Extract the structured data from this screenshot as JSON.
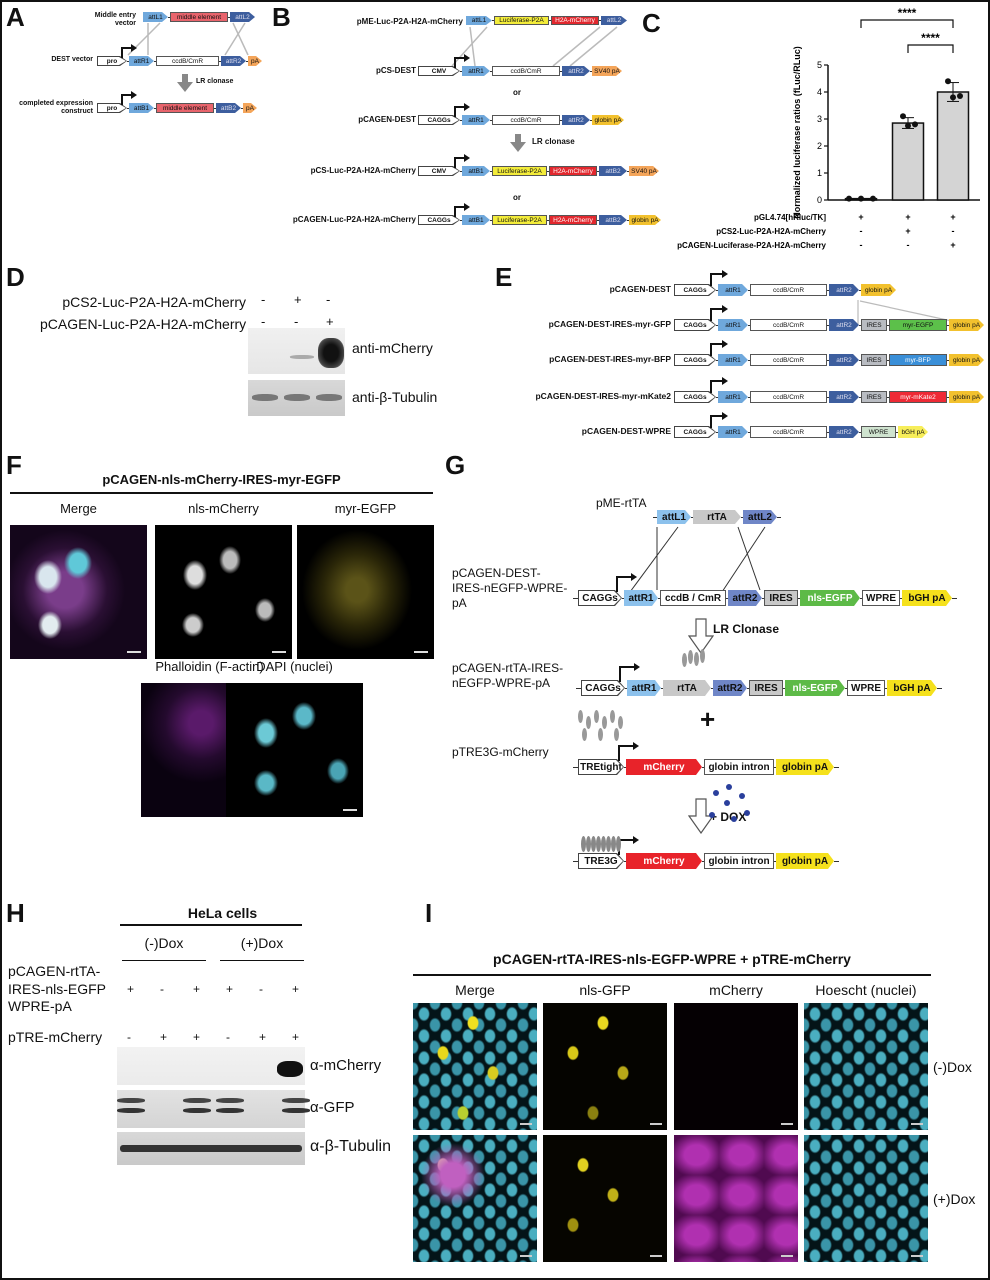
{
  "panel_a": {
    "letter": "A",
    "step": "LR clonase",
    "constructs": [
      {
        "label": "Middle entry vector",
        "parts": [
          {
            "t": "attL1",
            "c": "#6fa8dc",
            "k": "arrow"
          },
          {
            "t": "middle element",
            "c": "#e8646c",
            "k": "box"
          },
          {
            "t": "attL2",
            "c": "#3d5e9e",
            "k": "arrow"
          }
        ]
      },
      {
        "label": "DEST vector",
        "parts": [
          {
            "t": "pro",
            "c": "#ffffff",
            "k": "promoter"
          },
          {
            "t": "attR1",
            "c": "#6fa8dc",
            "k": "arrow"
          },
          {
            "t": "ccdB/CmR",
            "c": "#ffffff",
            "k": "box"
          },
          {
            "t": "attR2",
            "c": "#3d5e9e",
            "k": "arrow"
          },
          {
            "t": "pA",
            "c": "#f4a55a",
            "k": "arrow"
          }
        ]
      },
      {
        "label": "completed expression construct",
        "parts": [
          {
            "t": "pro",
            "c": "#ffffff",
            "k": "promoter"
          },
          {
            "t": "attB1",
            "c": "#6fa8dc",
            "k": "arrow"
          },
          {
            "t": "middle element",
            "c": "#e8646c",
            "k": "box"
          },
          {
            "t": "attB2",
            "c": "#3d5e9e",
            "k": "arrow"
          },
          {
            "t": "pA",
            "c": "#f4a55a",
            "k": "arrow"
          }
        ]
      }
    ]
  },
  "panel_b": {
    "letter": "B",
    "step": "LR clonase",
    "or_label": "or",
    "constructs": [
      {
        "label": "pME-Luc-P2A-H2A-mCherry",
        "parts": [
          {
            "t": "attL1",
            "c": "#6fa8dc",
            "k": "arrow"
          },
          {
            "t": "Luciferase-P2A",
            "c": "#f3ec3a",
            "k": "box"
          },
          {
            "t": "H2A-mCherry",
            "c": "#e2282e",
            "k": "box"
          },
          {
            "t": "attL2",
            "c": "#3d5e9e",
            "k": "arrow"
          }
        ]
      },
      {
        "label": "pCS-DEST",
        "parts": [
          {
            "t": "CMV",
            "c": "#ffffff",
            "k": "promoter"
          },
          {
            "t": "attR1",
            "c": "#6fa8dc",
            "k": "arrow"
          },
          {
            "t": "ccdB/CmR",
            "c": "#ffffff",
            "k": "box"
          },
          {
            "t": "attR2",
            "c": "#3d5e9e",
            "k": "arrow"
          },
          {
            "t": "SV40 pA",
            "c": "#f4a55a",
            "k": "arrow"
          }
        ]
      },
      {
        "label": "pCAGEN-DEST",
        "parts": [
          {
            "t": "CAGGs",
            "c": "#ffffff",
            "k": "promoter"
          },
          {
            "t": "attR1",
            "c": "#6fa8dc",
            "k": "arrow"
          },
          {
            "t": "ccdB/CmR",
            "c": "#ffffff",
            "k": "box"
          },
          {
            "t": "attR2",
            "c": "#3d5e9e",
            "k": "arrow"
          },
          {
            "t": "globin pA",
            "c": "#f2c12e",
            "k": "arrow"
          }
        ]
      },
      {
        "label": "pCS-Luc-P2A-H2A-mCherry",
        "parts": [
          {
            "t": "CMV",
            "c": "#ffffff",
            "k": "promoter"
          },
          {
            "t": "attB1",
            "c": "#6fa8dc",
            "k": "arrow"
          },
          {
            "t": "Luciferase-P2A",
            "c": "#f3ec3a",
            "k": "box"
          },
          {
            "t": "H2A-mCherry",
            "c": "#e2282e",
            "k": "box"
          },
          {
            "t": "attB2",
            "c": "#3d5e9e",
            "k": "arrow"
          },
          {
            "t": "SV40 pA",
            "c": "#f4a55a",
            "k": "arrow"
          }
        ]
      },
      {
        "label": "pCAGEN-Luc-P2A-H2A-mCherry",
        "parts": [
          {
            "t": "CAGGs",
            "c": "#ffffff",
            "k": "promoter"
          },
          {
            "t": "attB1",
            "c": "#6fa8dc",
            "k": "arrow"
          },
          {
            "t": "Luciferase-P2A",
            "c": "#f3ec3a",
            "k": "box"
          },
          {
            "t": "H2A-mCherry",
            "c": "#e2282e",
            "k": "box"
          },
          {
            "t": "attB2",
            "c": "#3d5e9e",
            "k": "arrow"
          },
          {
            "t": "globin pA",
            "c": "#f2c12e",
            "k": "arrow"
          }
        ]
      }
    ]
  },
  "chart_data": {
    "type": "bar",
    "letter": "C",
    "ylabel": "Normalized luciferase ratios (fLuc/RLuc)",
    "ylim": [
      0,
      5
    ],
    "yticks": [
      "0",
      "1",
      "2",
      "3",
      "4",
      "5"
    ],
    "grid": false,
    "bar_color": "#d4d4d4",
    "values": [
      0.05,
      2.85,
      4.0
    ],
    "errors": [
      0,
      0.2,
      0.35
    ],
    "points": [
      [
        0.05,
        0.05,
        0.05
      ],
      [
        3.1,
        2.75,
        2.8
      ],
      [
        4.4,
        3.8,
        3.85
      ]
    ],
    "significance": [
      {
        "from": 1,
        "to": 2,
        "label": "****"
      },
      {
        "from": 0,
        "to": 2,
        "label": "****"
      }
    ],
    "conditions": [
      {
        "label": "pGL4.74[hRluc/TK]",
        "signs": [
          "+",
          "+",
          "+"
        ]
      },
      {
        "label": "pCS2-Luc-P2A-H2A-mCherry",
        "signs": [
          "-",
          "+",
          "-"
        ]
      },
      {
        "label": "pCAGEN-Luciferase-P2A-H2A-mCherry",
        "signs": [
          "-",
          "-",
          "+"
        ]
      }
    ]
  },
  "panel_d": {
    "letter": "D",
    "conditions": [
      {
        "label": "pCS2-Luc-P2A-H2A-mCherry",
        "signs": [
          "-",
          "+",
          "-"
        ]
      },
      {
        "label": "pCAGEN-Luc-P2A-H2A-mCherry",
        "signs": [
          "-",
          "-",
          "+"
        ]
      }
    ],
    "blots": [
      "anti-mCherry",
      "anti-β-Tubulin"
    ]
  },
  "panel_e": {
    "letter": "E",
    "constructs": [
      {
        "label": "pCAGEN-DEST",
        "parts": [
          {
            "t": "CAGGs",
            "c": "#ffffff",
            "k": "promoter"
          },
          {
            "t": "attR1",
            "c": "#6fa8dc",
            "k": "arrow"
          },
          {
            "t": "ccdB/CmR",
            "c": "#ffffff",
            "k": "box"
          },
          {
            "t": "attR2",
            "c": "#3d5e9e",
            "k": "arrow"
          },
          {
            "t": "globin pA",
            "c": "#f2c12e",
            "k": "arrow"
          }
        ]
      },
      {
        "label": "pCAGEN-DEST-IRES-myr-GFP",
        "parts": [
          {
            "t": "CAGGs",
            "c": "#ffffff",
            "k": "promoter"
          },
          {
            "t": "attR1",
            "c": "#6fa8dc",
            "k": "arrow"
          },
          {
            "t": "ccdB/CmR",
            "c": "#ffffff",
            "k": "box"
          },
          {
            "t": "attR2",
            "c": "#3d5e9e",
            "k": "arrow"
          },
          {
            "t": "IRES",
            "c": "#b9bcc2",
            "k": "box"
          },
          {
            "t": "myr-EGFP",
            "c": "#5cc04a",
            "k": "box"
          },
          {
            "t": "globin pA",
            "c": "#f2c12e",
            "k": "arrow"
          }
        ]
      },
      {
        "label": "pCAGEN-DEST-IRES-myr-BFP",
        "parts": [
          {
            "t": "CAGGs",
            "c": "#ffffff",
            "k": "promoter"
          },
          {
            "t": "attR1",
            "c": "#6fa8dc",
            "k": "arrow"
          },
          {
            "t": "ccdB/CmR",
            "c": "#ffffff",
            "k": "box"
          },
          {
            "t": "attR2",
            "c": "#3d5e9e",
            "k": "arrow"
          },
          {
            "t": "IRES",
            "c": "#b9bcc2",
            "k": "box"
          },
          {
            "t": "myr-BFP",
            "c": "#3a8fd8",
            "k": "box"
          },
          {
            "t": "globin pA",
            "c": "#f2c12e",
            "k": "arrow"
          }
        ]
      },
      {
        "label": "pCAGEN-DEST-IRES-myr-mKate2",
        "parts": [
          {
            "t": "CAGGs",
            "c": "#ffffff",
            "k": "promoter"
          },
          {
            "t": "attR1",
            "c": "#6fa8dc",
            "k": "arrow"
          },
          {
            "t": "ccdB/CmR",
            "c": "#ffffff",
            "k": "box"
          },
          {
            "t": "attR2",
            "c": "#3d5e9e",
            "k": "arrow"
          },
          {
            "t": "IRES",
            "c": "#b9bcc2",
            "k": "box"
          },
          {
            "t": "myr-mKate2",
            "c": "#ee2a35",
            "k": "box"
          },
          {
            "t": "globin pA",
            "c": "#f2c12e",
            "k": "arrow"
          }
        ]
      },
      {
        "label": "pCAGEN-DEST-WPRE",
        "parts": [
          {
            "t": "CAGGs",
            "c": "#ffffff",
            "k": "promoter"
          },
          {
            "t": "attR1",
            "c": "#6fa8dc",
            "k": "arrow"
          },
          {
            "t": "ccdB/CmR",
            "c": "#ffffff",
            "k": "box"
          },
          {
            "t": "attR2",
            "c": "#3d5e9e",
            "k": "arrow"
          },
          {
            "t": "WPRE",
            "c": "#cfe3cf",
            "k": "box"
          },
          {
            "t": "bGH pA",
            "c": "#f7ee5a",
            "k": "arrow"
          }
        ]
      }
    ]
  },
  "panel_f": {
    "letter": "F",
    "title": "pCAGEN-nls-mCherry-IRES-myr-EGFP",
    "images": [
      "Merge",
      "nls-mCherry",
      "myr-EGFP",
      "Phalloidin (F-actin)",
      "DAPI (nuclei)"
    ]
  },
  "panel_g": {
    "letter": "G",
    "step": "LR Clonase",
    "dox_label": "+ DOX",
    "plus": "+",
    "constructs": [
      {
        "label": "pME-rtTA",
        "parts": [
          {
            "t": "attL1",
            "c": "#8cc1ec",
            "k": "arrow"
          },
          {
            "t": "rtTA",
            "c": "#c8c8c8",
            "k": "arrow"
          },
          {
            "t": "attL2",
            "c": "#6f86c7",
            "k": "arrow"
          }
        ]
      },
      {
        "label": "pCAGEN-DEST-IRES-nEGFP-WPRE-pA",
        "parts": [
          {
            "t": "CAGGs",
            "c": "#ffffff",
            "k": "promoter"
          },
          {
            "t": "attR1",
            "c": "#8cc1ec",
            "k": "arrow"
          },
          {
            "t": "ccdB / CmR",
            "c": "#ffffff",
            "k": "box"
          },
          {
            "t": "attR2",
            "c": "#6f86c7",
            "k": "arrow"
          },
          {
            "t": "IRES",
            "c": "#c8c8c8",
            "k": "box"
          },
          {
            "t": "nls-EGFP",
            "c": "#5dba47",
            "k": "arrow"
          },
          {
            "t": "WPRE",
            "c": "#ffffff",
            "k": "box"
          },
          {
            "t": "bGH pA",
            "c": "#f5e11c",
            "k": "arrow"
          }
        ]
      },
      {
        "label": "pCAGEN-rtTA-IRES-nEGFP-WPRE-pA",
        "parts": [
          {
            "t": "CAGGs",
            "c": "#ffffff",
            "k": "promoter"
          },
          {
            "t": "attR1",
            "c": "#8cc1ec",
            "k": "arrow"
          },
          {
            "t": "rtTA",
            "c": "#c8c8c8",
            "k": "arrow"
          },
          {
            "t": "attR2",
            "c": "#6f86c7",
            "k": "arrow"
          },
          {
            "t": "IRES",
            "c": "#c8c8c8",
            "k": "box"
          },
          {
            "t": "nls-EGFP",
            "c": "#5dba47",
            "k": "arrow"
          },
          {
            "t": "WPRE",
            "c": "#ffffff",
            "k": "box"
          },
          {
            "t": "bGH pA",
            "c": "#f5e11c",
            "k": "arrow"
          }
        ]
      },
      {
        "label": "pTRE3G-mCherry",
        "parts": [
          {
            "t": "TREtight",
            "c": "#ffffff",
            "k": "promoter"
          },
          {
            "t": "mCherry",
            "c": "#e8232a",
            "k": "arrow"
          },
          {
            "t": "globin intron",
            "c": "#ffffff",
            "k": "box"
          },
          {
            "t": "globin pA",
            "c": "#f5e11c",
            "k": "arrow"
          }
        ]
      },
      {
        "label": "",
        "parts": [
          {
            "t": "TRE3G",
            "c": "#ffffff",
            "k": "promoter"
          },
          {
            "t": "mCherry",
            "c": "#e8232a",
            "k": "arrow"
          },
          {
            "t": "globin intron",
            "c": "#ffffff",
            "k": "box"
          },
          {
            "t": "globin pA",
            "c": "#f5e11c",
            "k": "arrow"
          }
        ]
      }
    ]
  },
  "panel_h": {
    "letter": "H",
    "title": "HeLa cells",
    "groups": [
      "(-)Dox",
      "(+)Dox"
    ],
    "conditions": [
      {
        "label": "pCAGEN-rtTA-IRES-nls-EGFP WPRE-pA",
        "signs": [
          "+",
          "-",
          "+",
          "+",
          "-",
          "+"
        ]
      },
      {
        "label": "pTRE-mCherry",
        "signs": [
          "-",
          "+",
          "+",
          "-",
          "+",
          "+"
        ]
      }
    ],
    "blots": [
      "α-mCherry",
      "α-GFP",
      "α-β-Tubulin"
    ]
  },
  "panel_i": {
    "letter": "I",
    "title": "pCAGEN-rtTA-IRES-nls-EGFP-WPRE + pTRE-mCherry",
    "columns": [
      "Merge",
      "nls-GFP",
      "mCherry",
      "Hoescht (nuclei)"
    ],
    "rows": [
      "(-)Dox",
      "(+)Dox"
    ]
  }
}
